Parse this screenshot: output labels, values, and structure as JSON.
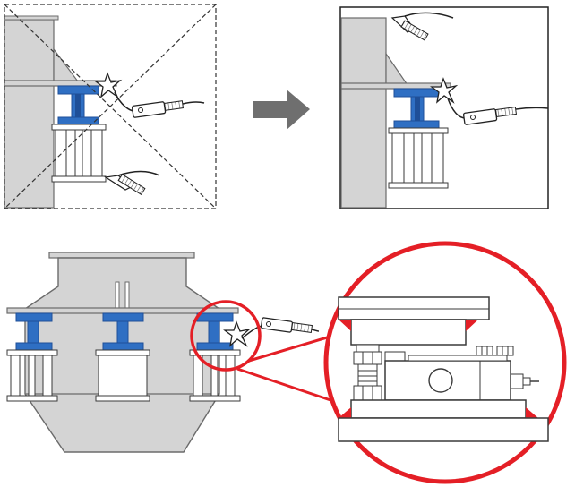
{
  "diagram": {
    "panels": [
      {
        "name": "before-welding-detail"
      },
      {
        "name": "after-welding-detail"
      },
      {
        "name": "hopper-overview"
      },
      {
        "name": "load-cell-zoom"
      }
    ],
    "colors": {
      "steel_fill": "#d4d4d4",
      "steel_stroke": "#6b6b6b",
      "plate_blue": "#2f6fc3",
      "plate_blue_dark": "#1f4f98",
      "highlight_red": "#e41f26",
      "arrow_gray": "#6f6f6f",
      "outline": "#3a3a3a"
    },
    "icons": [
      "welding-clamp-icon",
      "spark-icon",
      "arrow-right-icon",
      "magnifier-circle-icon"
    ]
  }
}
